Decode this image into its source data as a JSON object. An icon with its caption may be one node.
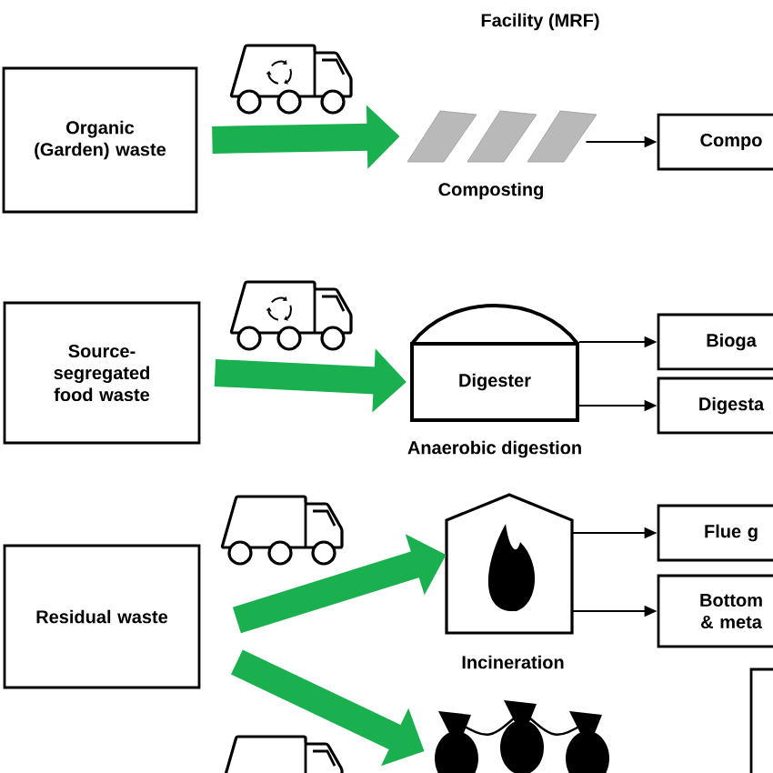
{
  "diagram": {
    "nodes": [
      {
        "text": [
          "Organic (Garden) waste"
        ]
      },
      {
        "text": [],
        "shape": "picture",
        "beside": [
          "Composting"
        ]
      },
      {
        "text": [
          "Compo"
        ]
      },
      {
        "text": [
          "Source- segregated food waste"
        ]
      },
      {
        "text": [
          "Digester"
        ],
        "beside": [
          "Anaerobic digestion"
        ]
      },
      {
        "text": [
          "Bioga"
        ]
      },
      {
        "text": [
          "Digesta"
        ]
      },
      {
        "text": [
          "Residual waste"
        ]
      },
      {
        "text": [],
        "shape": "picture",
        "beside": [
          "Incineration"
        ]
      },
      {
        "text": [
          "Flue g"
        ]
      },
      {
        "text": [
          "Bottom & meta"
        ]
      },
      {
        "text": [],
        "shape": "picture"
      },
      {
        "text": [],
        "shape": "box"
      }
    ],
    "edges": [
      {
        "from": 0,
        "to": 1,
        "arrow": "to",
        "style": "thick",
        "color": "#1aaf4f"
      },
      {
        "from": 1,
        "to": 2,
        "arrow": "to"
      },
      {
        "from": 3,
        "to": 4,
        "arrow": "to",
        "style": "thick",
        "color": "#1aaf4f"
      },
      {
        "from": 4,
        "to": 5,
        "arrow": "to"
      },
      {
        "from": 4,
        "to": 6,
        "arrow": "to"
      },
      {
        "from": 7,
        "to": 8,
        "arrow": "to",
        "style": "thick",
        "color": "#1aaf4f"
      },
      {
        "from": 7,
        "to": 11,
        "arrow": "to",
        "style": "thick",
        "color": "#1aaf4f"
      },
      {
        "from": 8,
        "to": 9,
        "arrow": "to"
      },
      {
        "from": 8,
        "to": 10,
        "arrow": "to"
      }
    ],
    "labels": [
      "Facility (MRF)"
    ]
  }
}
